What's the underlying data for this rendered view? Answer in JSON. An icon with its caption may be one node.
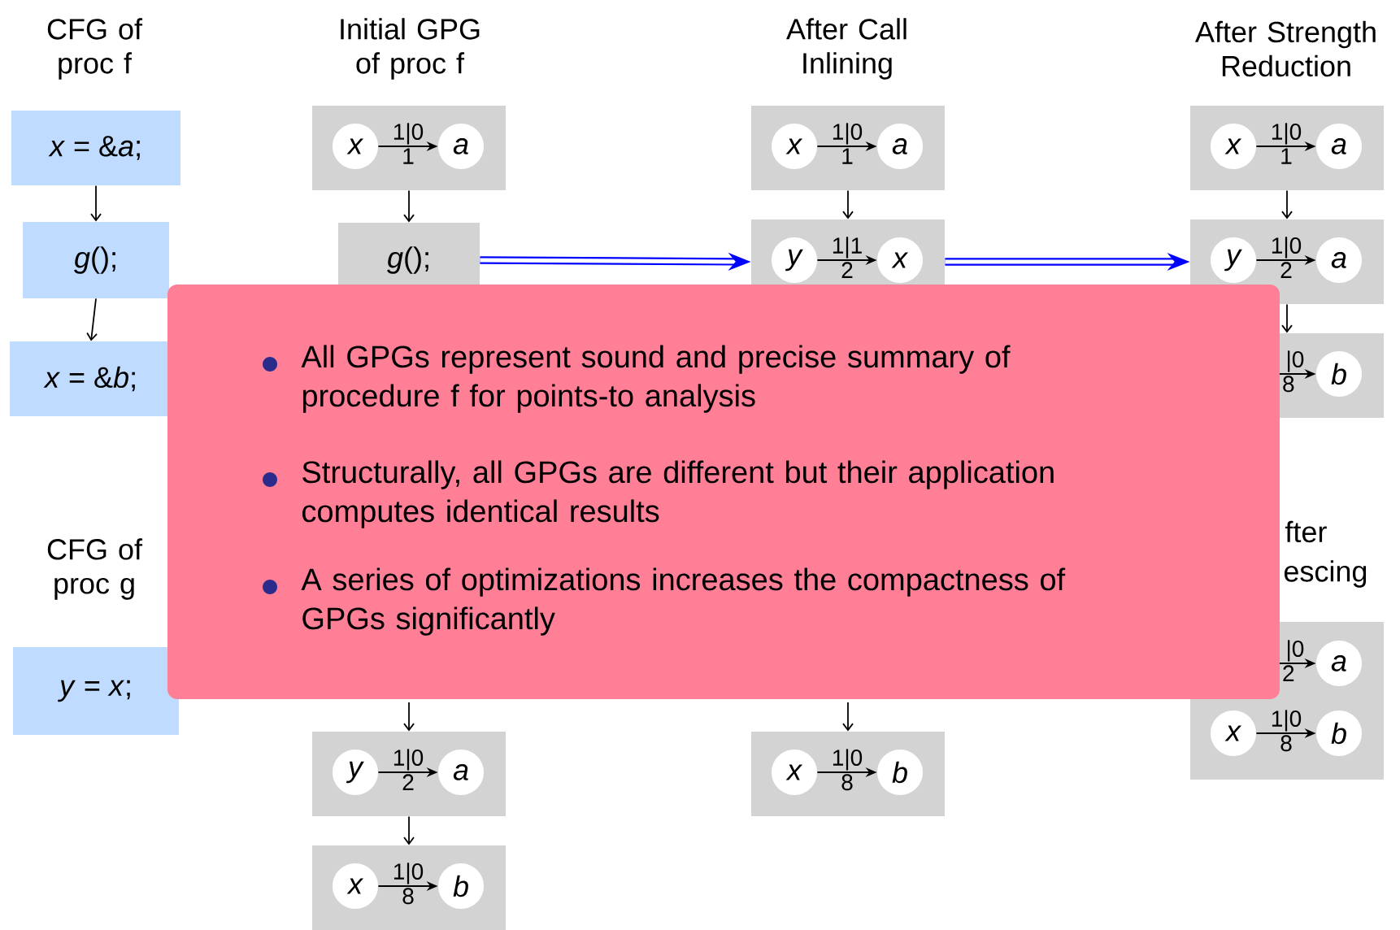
{
  "diagram": {
    "nodes": [
      {
        "text": [
          "*x* = &*a*;"
        ]
      },
      {
        "text": [
          "*g*();"
        ]
      },
      {
        "text": [
          "*x* = &*b*;"
        ]
      },
      {
        "text": [
          "*y* = *x*;"
        ]
      },
      {
        "text": [],
        "shape": "box"
      },
      {
        "text": [
          "x"
        ],
        "in": 4
      },
      {
        "text": [
          "a"
        ],
        "in": 4
      },
      {
        "text": [
          "*g*();"
        ]
      },
      {
        "text": [],
        "shape": "box"
      },
      {
        "text": [
          "y"
        ],
        "in": 8
      },
      {
        "text": [
          "a"
        ],
        "in": 8
      },
      {
        "text": [],
        "shape": "box"
      },
      {
        "text": [
          "x"
        ],
        "in": 11
      },
      {
        "text": [
          "b"
        ],
        "in": 11
      },
      {
        "text": [],
        "shape": "box"
      },
      {
        "text": [
          "x"
        ],
        "in": 14
      },
      {
        "text": [
          "a"
        ],
        "in": 14
      },
      {
        "text": [],
        "shape": "box"
      },
      {
        "text": [
          "y"
        ],
        "in": 17
      },
      {
        "text": [
          "x"
        ],
        "in": 17
      },
      {
        "text": [],
        "shape": "box"
      },
      {
        "text": [
          "x"
        ],
        "in": 20
      },
      {
        "text": [
          "b"
        ],
        "in": 20
      },
      {
        "text": [],
        "shape": "box"
      },
      {
        "text": [
          "x"
        ],
        "in": 23
      },
      {
        "text": [
          "a"
        ],
        "in": 23
      },
      {
        "text": [],
        "shape": "box"
      },
      {
        "text": [
          "y"
        ],
        "in": 26
      },
      {
        "text": [
          "a"
        ],
        "in": 26
      },
      {
        "text": [],
        "shape": "box"
      },
      {
        "text": [
          "b"
        ],
        "in": 29
      },
      {
        "text": [],
        "shape": "box"
      },
      {
        "text": [
          "a"
        ],
        "in": 31
      },
      {
        "text": [
          "x"
        ],
        "in": 31
      },
      {
        "text": [
          "b"
        ],
        "in": 31
      }
    ],
    "edges": [
      {
        "from": 0,
        "to": 1,
        "arrow": "to"
      },
      {
        "from": 1,
        "to": 2,
        "arrow": "to"
      },
      {
        "from": 4,
        "to": 7,
        "arrow": "to"
      },
      {
        "from": null,
        "to": 8,
        "arrow": "to"
      },
      {
        "from": 8,
        "to": 11,
        "arrow": "to"
      },
      {
        "from": 5,
        "to": 6,
        "arrow": "to",
        "label": "1|0"
      },
      {
        "from": 9,
        "to": 10,
        "arrow": "to",
        "label": "1|0"
      },
      {
        "from": 12,
        "to": 13,
        "arrow": "to",
        "label": "1|0"
      },
      {
        "from": 14,
        "to": 17,
        "arrow": "to"
      },
      {
        "from": null,
        "to": 20,
        "arrow": "to"
      },
      {
        "from": 15,
        "to": 16,
        "arrow": "to",
        "label": "1|0"
      },
      {
        "from": 18,
        "to": 19,
        "arrow": "to",
        "label": "1|1"
      },
      {
        "from": 21,
        "to": 22,
        "arrow": "to",
        "label": "1|0"
      },
      {
        "from": 23,
        "to": 26,
        "arrow": "to"
      },
      {
        "from": 26,
        "to": 29,
        "arrow": "to"
      },
      {
        "from": 24,
        "to": 25,
        "arrow": "to",
        "label": "1|0"
      },
      {
        "from": 27,
        "to": 28,
        "arrow": "to",
        "label": "1|0"
      },
      {
        "from": null,
        "to": 30,
        "arrow": "to",
        "label": "|0"
      },
      {
        "from": null,
        "to": 32,
        "arrow": "to",
        "label": "|0"
      },
      {
        "from": 33,
        "to": 34,
        "arrow": "to",
        "label": "1|0"
      },
      {
        "from": 7,
        "to": 17,
        "arrow": "to",
        "style": "thick",
        "color": "#0000ff"
      },
      {
        "from": 17,
        "to": 26,
        "arrow": "to",
        "style": "thick",
        "color": "#0000ff"
      }
    ],
    "labels": [
      "CFG of proc f",
      "Initial GPG of proc f",
      "After Call Inlining",
      "After Strength Reduction",
      "1",
      "1",
      "1",
      "2",
      "2",
      "8",
      "All GPGs represent sound and precise summary of procedure f for points-to analysis",
      "Structurally, all GPGs are different but their application computes identical results",
      "A series of optimizations increases the compactness of GPGs significantly",
      "CFG of proc g",
      "fter",
      "2",
      "8",
      "2",
      "8",
      "8",
      "escing"
    ]
  }
}
